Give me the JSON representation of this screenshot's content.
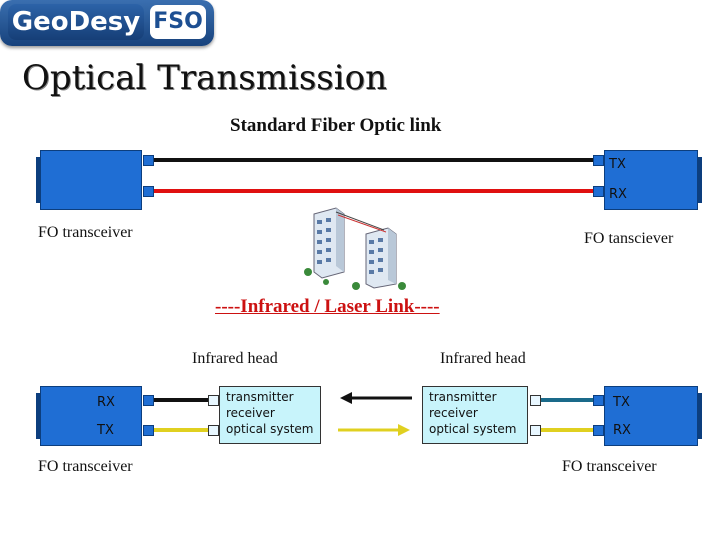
{
  "logo": {
    "brand": "GeoDesy",
    "suffix": "FSO"
  },
  "title": "Optical Transmission",
  "top_link": {
    "heading": "Standard Fiber Optic link",
    "left_label": "FO transceiver",
    "right_label": "FO tansciever",
    "right_ports": [
      "TX",
      "RX"
    ],
    "colors": {
      "tx_line": "#111111",
      "rx_line": "#e01010",
      "box": "#1f6ed4"
    }
  },
  "laser_link": {
    "heading": "----Infrared / Laser Link----",
    "left_head_label": "Infrared head",
    "right_head_label": "Infrared head",
    "left_box": [
      "transmitter",
      "receiver",
      "optical system"
    ],
    "right_box": [
      "transmitter",
      "receiver",
      "optical system"
    ],
    "left_ports": [
      "RX",
      "TX"
    ],
    "right_ports": [
      "TX",
      "RX"
    ],
    "left_label": "FO transceiver",
    "right_label": "FO transceiver",
    "colors": {
      "black_line": "#111111",
      "yellow_line": "#e0d020",
      "teal_line": "#1a6a8a",
      "head_box": "#c8f4fb"
    }
  },
  "illustration": {
    "icon": "buildings-laser-link-icon"
  }
}
